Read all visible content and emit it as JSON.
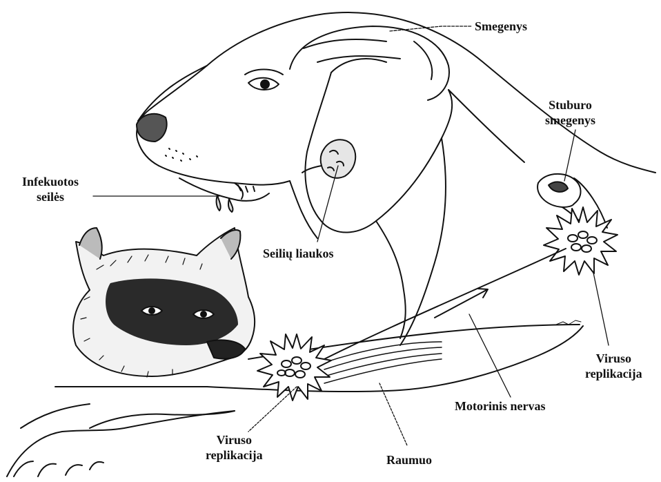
{
  "labels": {
    "brain": "Smegenys",
    "spinal_cord_line1": "Stuburo",
    "spinal_cord_line2": "smegenys",
    "saliva_line1": "Infekuotos",
    "saliva_line2": "seilės",
    "salivary_glands": "Seilių liaukos",
    "replication_right_line1": "Viruso",
    "replication_right_line2": "replikacija",
    "motor_nerve": "Motorinis nervas",
    "replication_left_line1": "Viruso",
    "replication_left_line2": "replikacija",
    "muscle": "Raumuo"
  },
  "colors": {
    "ink": "#111111",
    "background": "#ffffff",
    "raccoon_fur": "#2a2a2a"
  }
}
